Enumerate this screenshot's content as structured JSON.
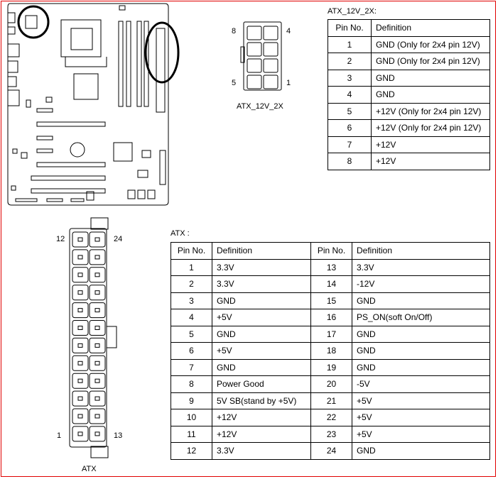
{
  "atx12v": {
    "heading": "ATX_12V_2X:",
    "caption": "ATX_12V_2X",
    "pin_labels": {
      "top_left": "8",
      "top_right": "4",
      "bottom_left": "5",
      "bottom_right": "1"
    },
    "col_pin": "Pin No.",
    "col_def": "Definition",
    "rows": [
      {
        "pin": "1",
        "def": "GND (Only for 2x4 pin 12V)"
      },
      {
        "pin": "2",
        "def": "GND (Only for 2x4 pin 12V)"
      },
      {
        "pin": "3",
        "def": "GND"
      },
      {
        "pin": "4",
        "def": "GND"
      },
      {
        "pin": "5",
        "def": "+12V (Only for 2x4 pin 12V)"
      },
      {
        "pin": "6",
        "def": "+12V (Only for 2x4 pin 12V)"
      },
      {
        "pin": "7",
        "def": "+12V"
      },
      {
        "pin": "8",
        "def": "+12V"
      }
    ]
  },
  "atx": {
    "heading": "ATX :",
    "caption": "ATX",
    "pin_labels": {
      "top_left": "12",
      "top_right": "24",
      "bottom_left": "1",
      "bottom_right": "13"
    },
    "col_pin": "Pin No.",
    "col_def": "Definition",
    "rows": [
      {
        "pin": "1",
        "def": "3.3V",
        "pin2": "13",
        "def2": "3.3V"
      },
      {
        "pin": "2",
        "def": "3.3V",
        "pin2": "14",
        "def2": "-12V"
      },
      {
        "pin": "3",
        "def": "GND",
        "pin2": "15",
        "def2": "GND"
      },
      {
        "pin": "4",
        "def": "+5V",
        "pin2": "16",
        "def2": "PS_ON(soft On/Off)"
      },
      {
        "pin": "5",
        "def": "GND",
        "pin2": "17",
        "def2": "GND"
      },
      {
        "pin": "6",
        "def": "+5V",
        "pin2": "18",
        "def2": "GND"
      },
      {
        "pin": "7",
        "def": "GND",
        "pin2": "19",
        "def2": "GND"
      },
      {
        "pin": "8",
        "def": "Power Good",
        "pin2": "20",
        "def2": "-5V"
      },
      {
        "pin": "9",
        "def": "5V SB(stand by +5V)",
        "pin2": "21",
        "def2": "+5V"
      },
      {
        "pin": "10",
        "def": "+12V",
        "pin2": "22",
        "def2": "+5V"
      },
      {
        "pin": "11",
        "def": "+12V",
        "pin2": "23",
        "def2": "+5V"
      },
      {
        "pin": "12",
        "def": "3.3V",
        "pin2": "24",
        "def2": "GND"
      }
    ]
  },
  "colors": {
    "frame": "#e00000",
    "line": "#000000",
    "background": "#ffffff"
  }
}
